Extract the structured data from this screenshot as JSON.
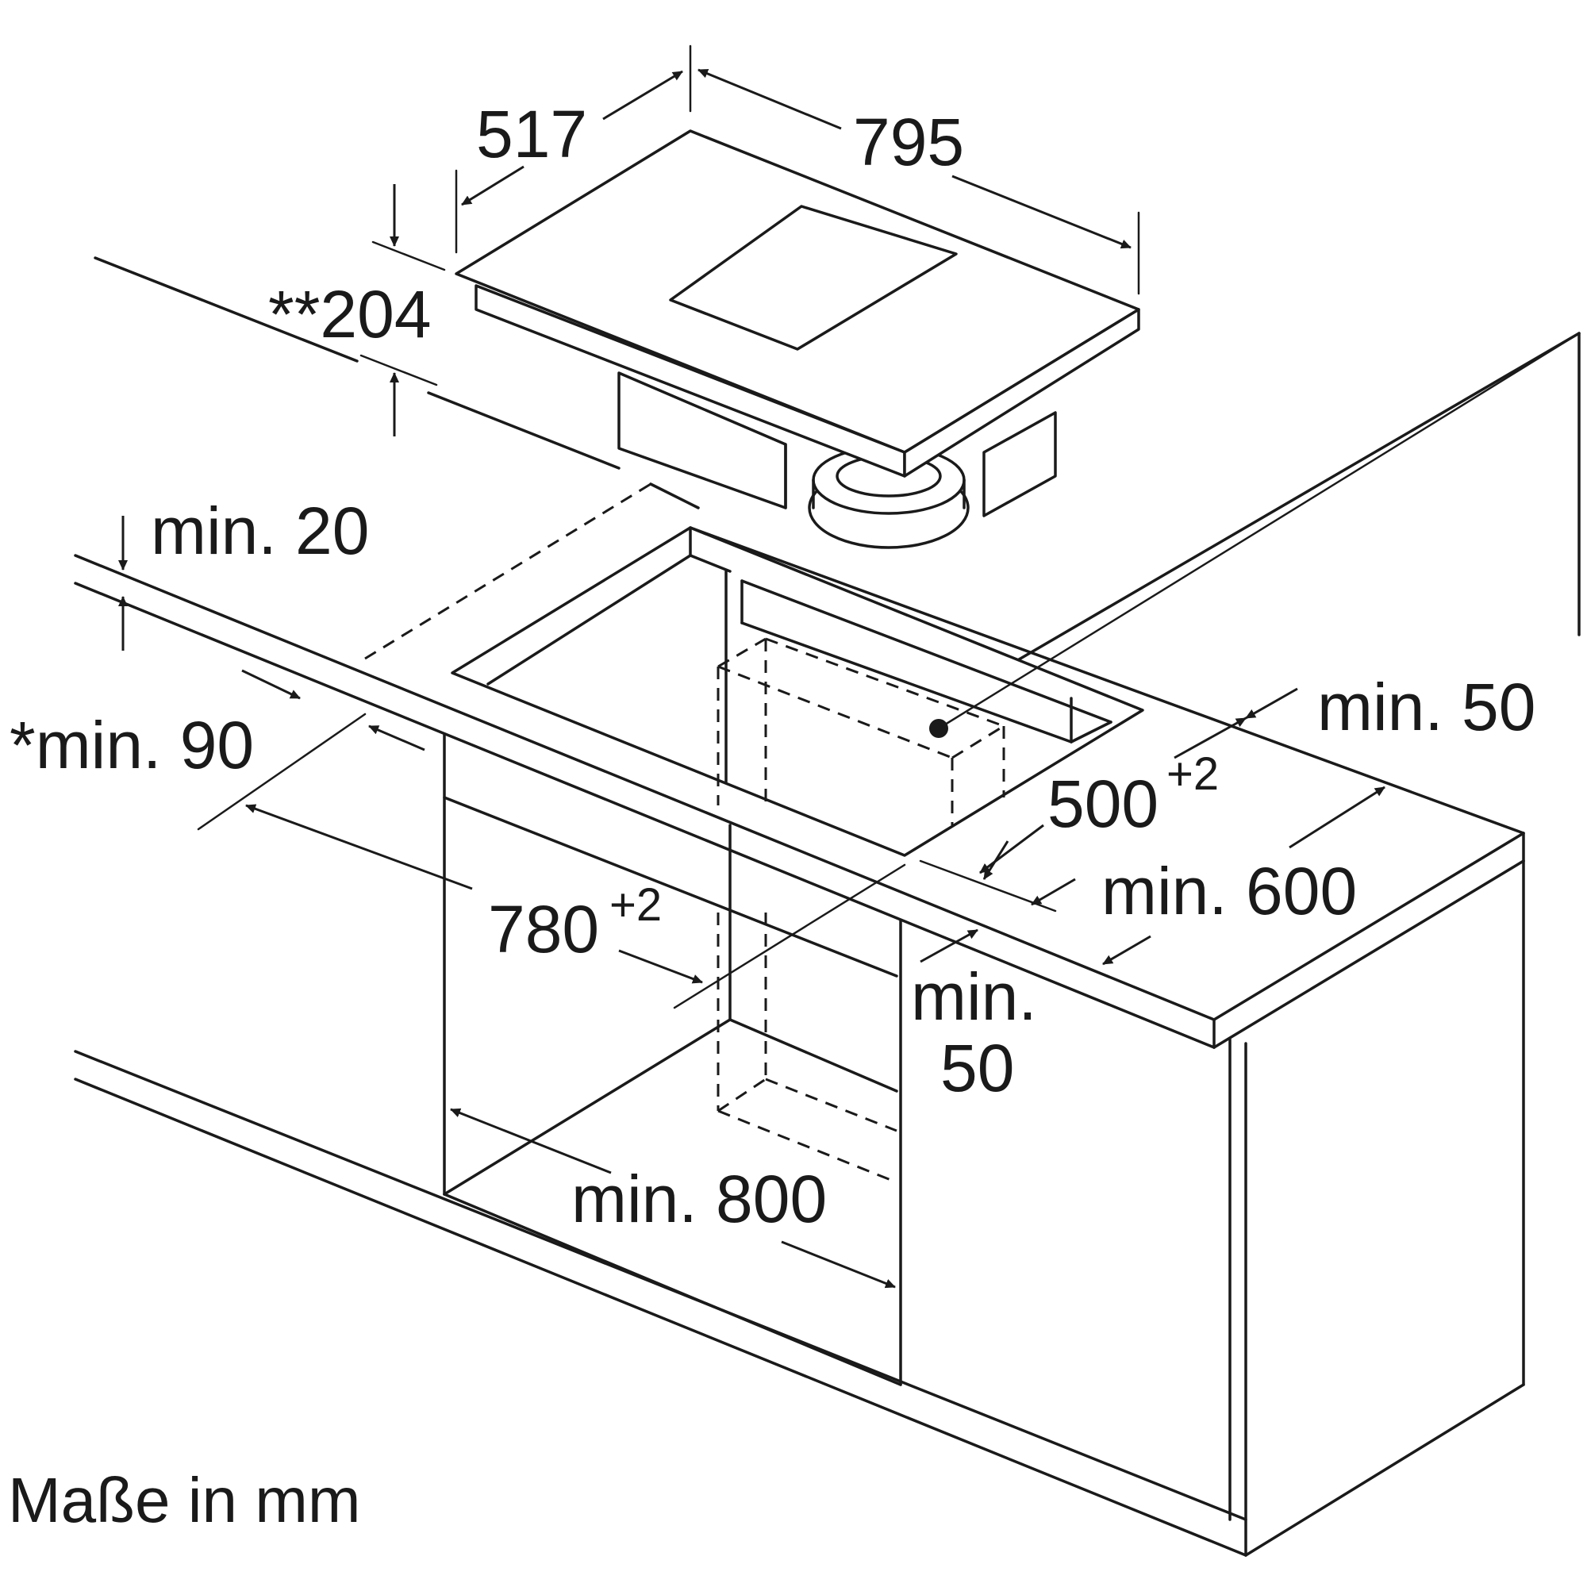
{
  "labels": {
    "width_795": "795",
    "depth_517": "517",
    "height_204": "**204",
    "min_20": "min. 20",
    "min_90": "*min. 90",
    "min_50_right": "min. 50",
    "cutout_500": "500",
    "cutout_500_tol": "+2",
    "min_600": "min. 600",
    "cutout_780": "780",
    "cutout_780_tol": "+2",
    "min_50_front_1": "min.",
    "min_50_front_2": "50",
    "min_800": "min. 800"
  },
  "caption": "Maße in mm",
  "colors": {
    "line": "#1a1a1a",
    "background": "#ffffff"
  }
}
